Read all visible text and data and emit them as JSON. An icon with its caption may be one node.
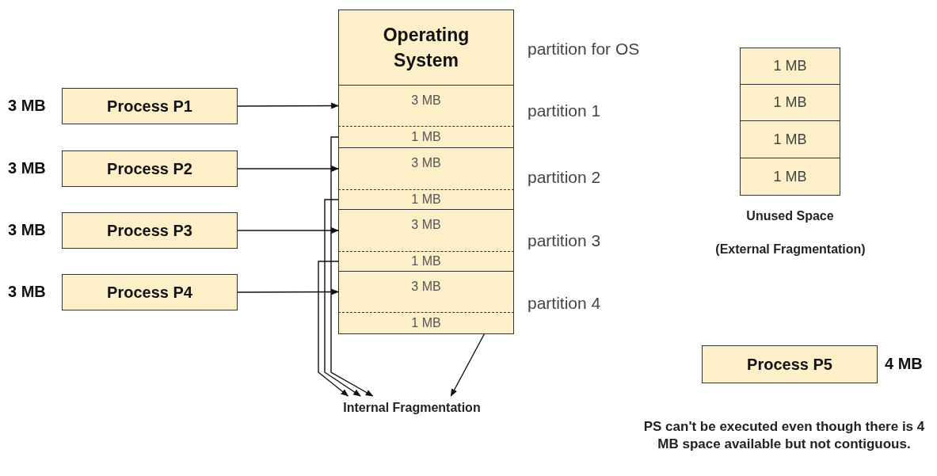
{
  "diagram": {
    "nodes": [
      {
        "text": [
          "Process P1"
        ],
        "beside": [
          "3 MB"
        ]
      },
      {
        "text": [
          "Process P2"
        ],
        "beside": [
          "3 MB"
        ]
      },
      {
        "text": [
          "Process P3"
        ],
        "beside": [
          "3 MB"
        ]
      },
      {
        "text": [
          "Process P4"
        ],
        "beside": [
          "3 MB"
        ]
      },
      {
        "text": [
          "Operating System"
        ],
        "beside": [
          "partition for OS"
        ]
      },
      {
        "text": [
          "3 MB"
        ],
        "beside": [
          "partition 1"
        ]
      },
      {
        "text": [
          "1 MB"
        ]
      },
      {
        "text": [
          "3 MB"
        ],
        "beside": [
          "partition 2"
        ]
      },
      {
        "text": [
          "1 MB"
        ]
      },
      {
        "text": [
          "3 MB"
        ],
        "beside": [
          "partition 3"
        ]
      },
      {
        "text": [
          "1 MB"
        ]
      },
      {
        "text": [
          "3 MB"
        ],
        "beside": [
          "partition 4"
        ]
      },
      {
        "text": [
          "1 MB"
        ]
      },
      {
        "text": [
          "Internal Fragmentation"
        ]
      },
      {
        "text": [
          "1 MB"
        ]
      },
      {
        "text": [
          "1 MB"
        ]
      },
      {
        "text": [
          "1 MB"
        ]
      },
      {
        "text": [
          "1 MB"
        ]
      },
      {
        "text": [
          "Process P5"
        ],
        "beside": [
          "4 MB"
        ]
      }
    ],
    "edges": [
      {
        "from": 0,
        "to": 5,
        "arrow": "to"
      },
      {
        "from": 1,
        "to": 7,
        "arrow": "to"
      },
      {
        "from": 2,
        "to": 9,
        "arrow": "to"
      },
      {
        "from": 3,
        "to": 11,
        "arrow": "to"
      },
      {
        "from": 6,
        "to": 13,
        "arrow": "to"
      },
      {
        "from": 8,
        "to": 13,
        "arrow": "to"
      },
      {
        "from": 10,
        "to": 13,
        "arrow": "to"
      },
      {
        "from": 12,
        "to": 13,
        "arrow": "to"
      }
    ],
    "labels": [
      "Unused Space",
      "(External Fragmentation)",
      "PS can't be executed even though there is 4 MB space available but not contiguous."
    ]
  }
}
